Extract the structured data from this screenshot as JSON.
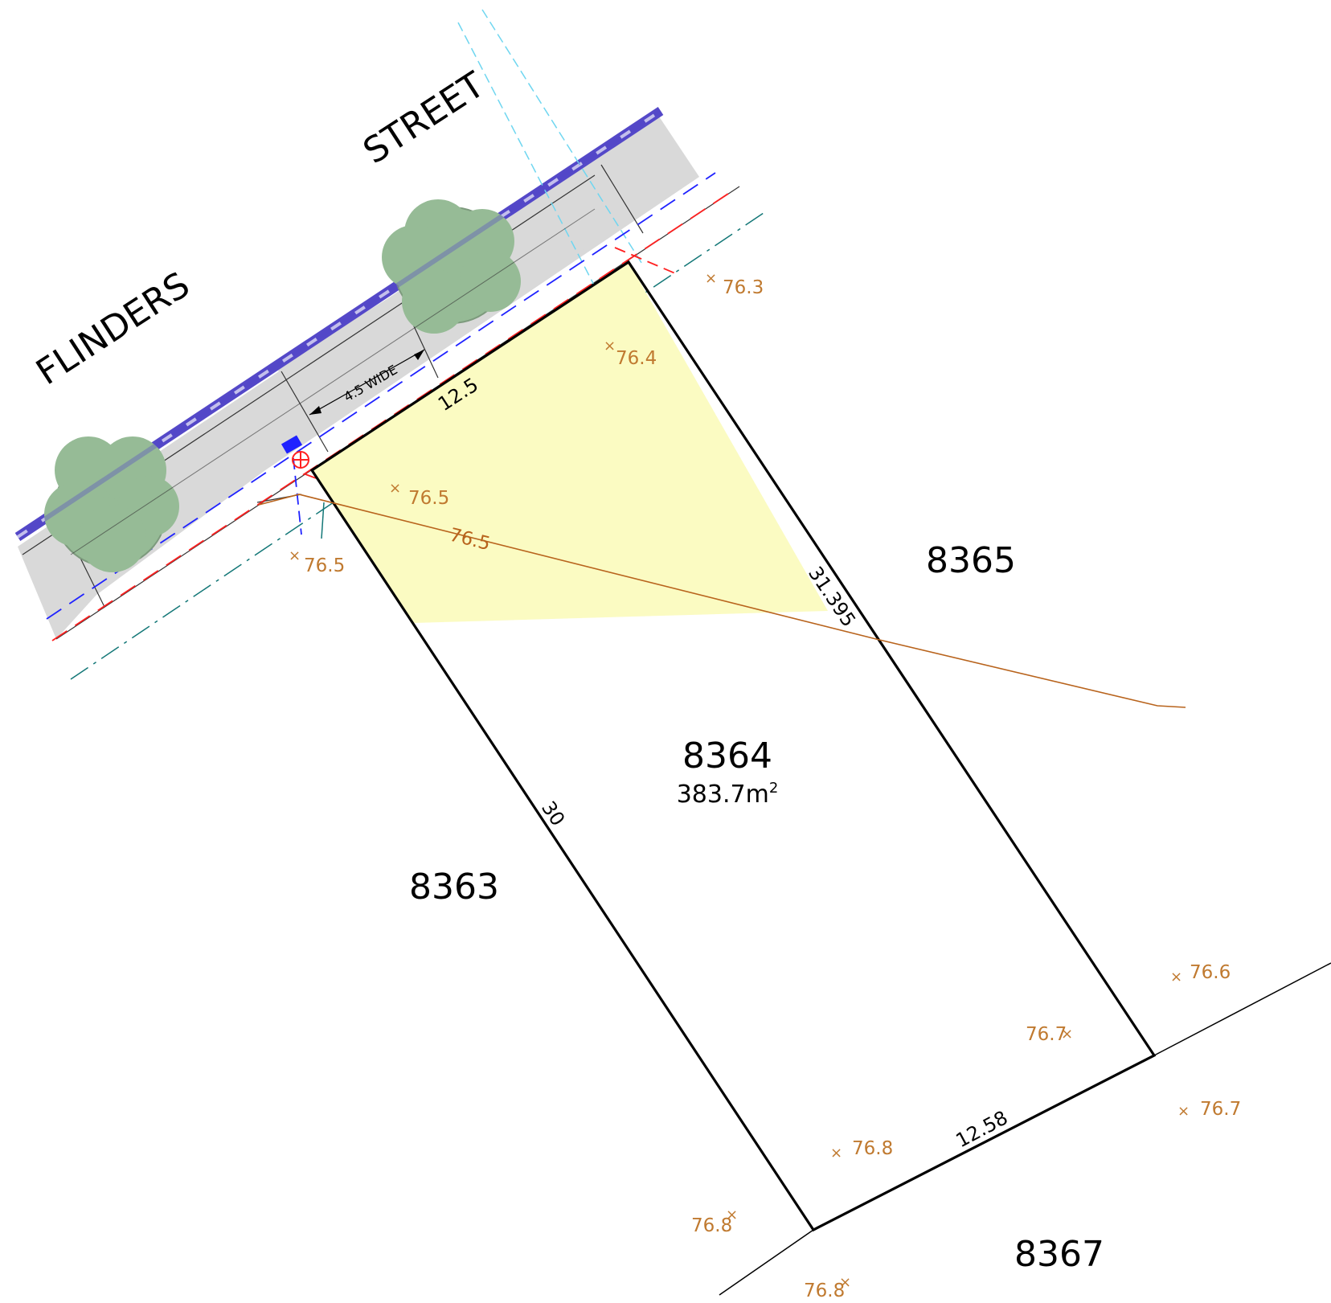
{
  "street": {
    "name_part1": "FLINDERS",
    "name_part2": "STREET",
    "verge_label": "4.5 WIDE"
  },
  "lots": {
    "subject": {
      "number": "8364",
      "area": "383.7m",
      "area_unit_sup": "2"
    },
    "left": {
      "number": "8363"
    },
    "right": {
      "number": "8365"
    },
    "rear": {
      "number": "8367"
    }
  },
  "dimensions": {
    "frontage": "12.5",
    "left_side": "30",
    "right_side": "31.395",
    "rear": "12.58"
  },
  "contour": {
    "label": "76.5"
  },
  "spot_levels": [
    {
      "id": "rl-1",
      "value": "76.3"
    },
    {
      "id": "rl-2",
      "value": "76.4"
    },
    {
      "id": "rl-3",
      "value": "76.5"
    },
    {
      "id": "rl-4",
      "value": "76.5"
    },
    {
      "id": "rl-5",
      "value": "76.6"
    },
    {
      "id": "rl-6",
      "value": "76.7"
    },
    {
      "id": "rl-7",
      "value": "76.7"
    },
    {
      "id": "rl-8",
      "value": "76.8"
    },
    {
      "id": "rl-9",
      "value": "76.8"
    },
    {
      "id": "rl-10",
      "value": "76.8"
    }
  ],
  "marker_glyph": "×",
  "colors": {
    "lot_boundary": "#000000",
    "highlight_fill": "#fbfbc2",
    "verge_fill": "#d9d9d9",
    "tree_fill": "#96bb96",
    "tree_stroke": "#7d9a7d",
    "water_line": "#1f22ff",
    "power_line": "#ff2020",
    "telecom_line": "#137777",
    "sewer_line": "#6fd6f0",
    "kerb_line": "#6a5acd",
    "contour_line": "#b8631c",
    "level_text": "#c07a30"
  }
}
